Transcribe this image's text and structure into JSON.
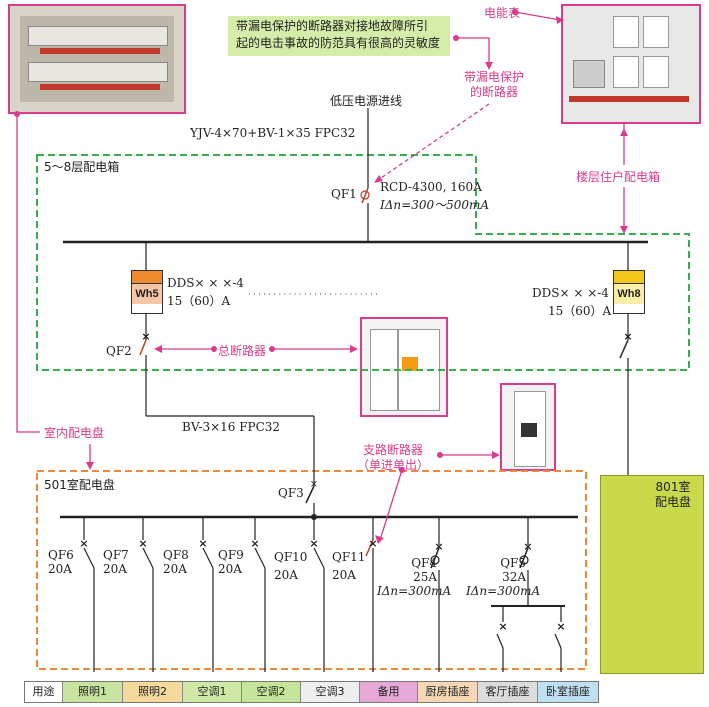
{
  "callout": {
    "line1": "带漏电保护的断路器对接地故障所引",
    "line2": "起的电击事故的防范具有很高的灵敏度"
  },
  "labels": {
    "meter_top": "电能表",
    "rcd_label_1": "带漏电保护",
    "rcd_label_2": "的断路器",
    "supply_in": "低压电源进线",
    "cable_main": "YJV-4×70+BV-1×35 FPC32",
    "floor_box": "5～8层配电箱",
    "floor_dist": "楼层住户配电箱",
    "qf1": "QF1",
    "qf1_spec_1": "RCD-4300, 160A",
    "qf1_spec_2": "IΔn=300～500mA",
    "meter_spec_left_1": "DDS× × ×-4",
    "meter_spec_left_2": "15（60）A",
    "meter_spec_right_1": "DDS× × ×-4",
    "meter_spec_right_2": "15（60）A",
    "dots": "· · · · · · · · · · · · · · · · · · · · · · · · · ·",
    "qf2": "QF2",
    "main_breaker": "总断路器",
    "indoor_box": "室内配电盘",
    "cable_branch": "BV-3×16 FPC32",
    "branch_breaker_1": "支路断路器",
    "branch_breaker_2": "（单进单出）",
    "room501": "501室配电盘",
    "qf3": "QF3",
    "room801_1": "801室",
    "room801_2": "配电盘"
  },
  "meters": [
    {
      "name": "Wh5",
      "top_color": "#f08a2e",
      "body_color": "#f6c6a6"
    },
    {
      "name": "Wh8",
      "top_color": "#f2c61a",
      "body_color": "#fbeea8"
    }
  ],
  "branches": [
    {
      "id": "QF6",
      "rating": "20A"
    },
    {
      "id": "QF7",
      "rating": "20A"
    },
    {
      "id": "QF8",
      "rating": "20A"
    },
    {
      "id": "QF9",
      "rating": "20A"
    },
    {
      "id": "QF10",
      "rating": "20A"
    },
    {
      "id": "QF11",
      "rating": "20A"
    },
    {
      "id": "QF4",
      "rating": "25A",
      "leak": "IΔn=300mA"
    },
    {
      "id": "QF5",
      "rating": "32A",
      "leak": "IΔn=300mA"
    }
  ],
  "usage": [
    {
      "label": "用途",
      "color": "#ffffff"
    },
    {
      "label": "照明1",
      "color": "#c9e3a0"
    },
    {
      "label": "照明2",
      "color": "#f6d99c"
    },
    {
      "label": "空调1",
      "color": "#cfe8a6"
    },
    {
      "label": "空调2",
      "color": "#c6e59a"
    },
    {
      "label": "空调3",
      "color": "#eeeeee"
    },
    {
      "label": "备用",
      "color": "#e6a8d6"
    },
    {
      "label": "厨房插座",
      "color": "#f6d8b6"
    },
    {
      "label": "客厅插座",
      "color": "#dcdcdc"
    },
    {
      "label": "卧室插座",
      "color": "#bfe0f2"
    }
  ],
  "colors": {
    "accent": "#d93c8c",
    "green_dash": "#35b04a",
    "orange_dash": "#f0883a",
    "callout_bg": "#d6edaa"
  }
}
